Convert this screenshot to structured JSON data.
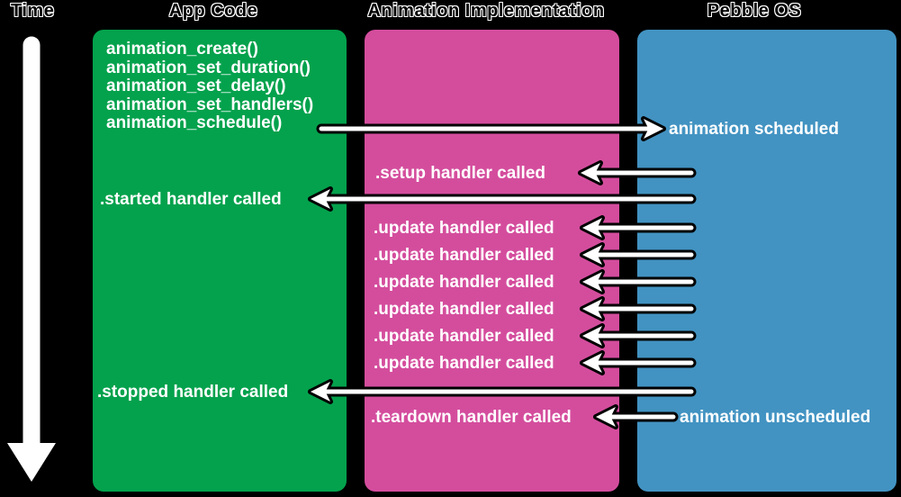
{
  "canvas": {
    "background": "#000000"
  },
  "time_axis": {
    "label": "Time"
  },
  "columns": {
    "app_code": {
      "title": "App Code",
      "color": "#04A24D"
    },
    "animation_implementation": {
      "title": "Animation Implementation",
      "color": "#D44D9D"
    },
    "pebble_os": {
      "title": "Pebble OS",
      "color": "#4293C2"
    }
  },
  "app_code": {
    "calls": [
      "animation_create()",
      "animation_set_duration()",
      "animation_set_delay()",
      "animation_set_handlers()",
      "animation_schedule()"
    ],
    "started_label": ".started handler called",
    "stopped_label": ".stopped handler called"
  },
  "implementation": {
    "setup_label": ".setup handler called",
    "update_labels": [
      ".update handler called",
      ".update handler called",
      ".update handler called",
      ".update handler called",
      ".update handler called",
      ".update handler called"
    ],
    "teardown_label": ".teardown handler called"
  },
  "pebble_os": {
    "scheduled_label": "animation scheduled",
    "unscheduled_label": "animation unscheduled"
  },
  "arrow_style": {
    "fill": "#FFFFFF",
    "outline": "#000000"
  }
}
